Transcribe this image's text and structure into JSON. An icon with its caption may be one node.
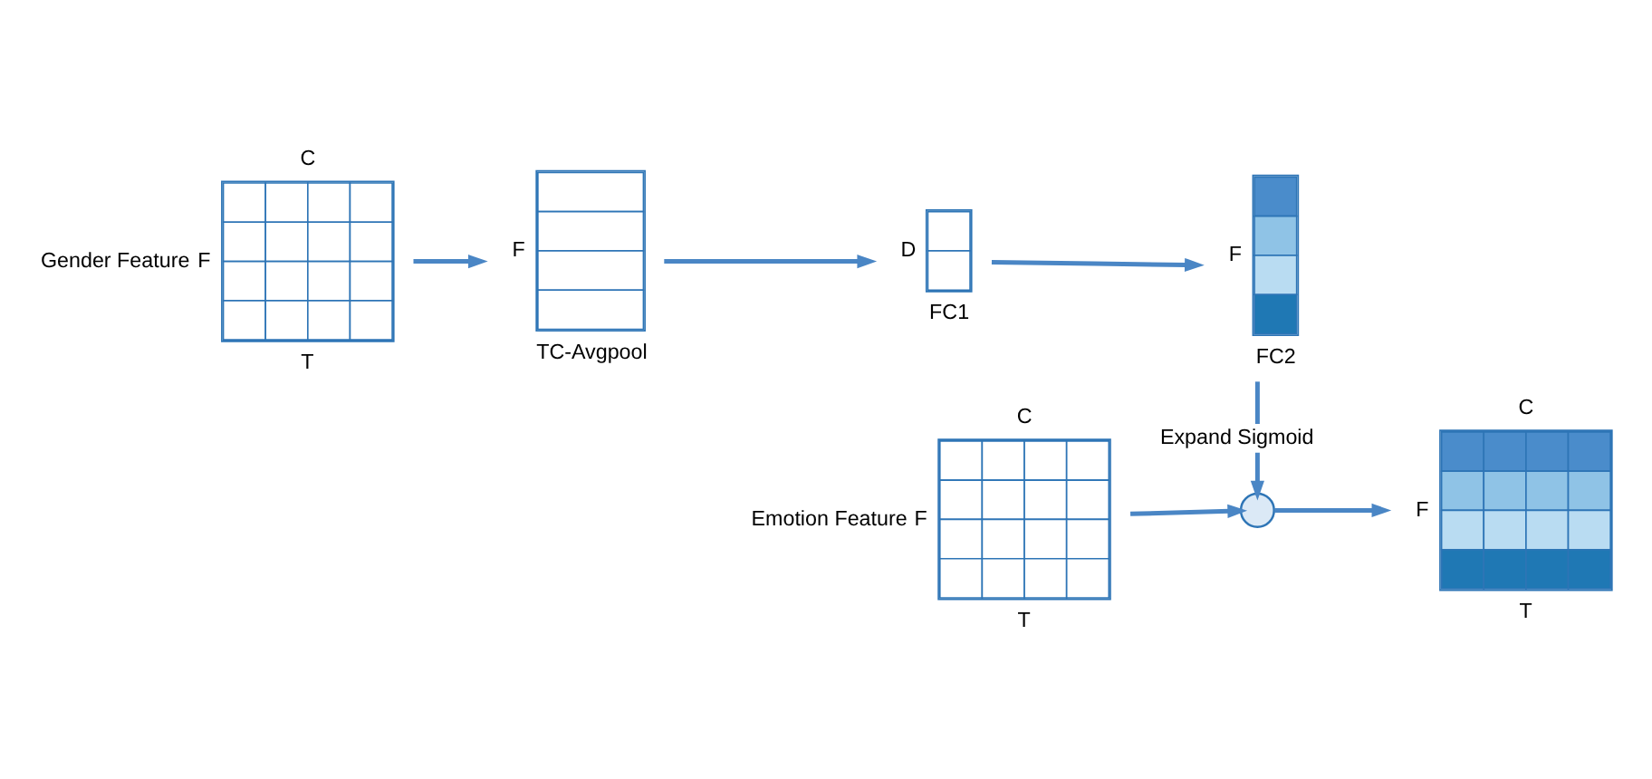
{
  "diagram": {
    "nodes": [
      {
        "text": [],
        "shape": "picture",
        "beside": [
          "C",
          "Gender Feature",
          "F",
          "T"
        ]
      },
      {
        "text": [],
        "shape": "picture",
        "beside": [
          "F",
          "TC-Avgpool"
        ]
      },
      {
        "text": [],
        "shape": "picture",
        "beside": [
          "D",
          "FC1"
        ]
      },
      {
        "text": [],
        "shape": "picture",
        "beside": [
          "F",
          "FC2"
        ]
      },
      {
        "text": [],
        "shape": "picture",
        "beside": [
          "C",
          "Emotion Feature",
          "F",
          "T"
        ]
      },
      {
        "text": [],
        "shape": "circle"
      },
      {
        "text": [],
        "shape": "picture",
        "beside": [
          "C",
          "F",
          "T"
        ]
      }
    ],
    "edges": [
      {
        "from": 0,
        "to": 1,
        "arrow": "to"
      },
      {
        "from": 1,
        "to": 2,
        "arrow": "to"
      },
      {
        "from": 2,
        "to": 3,
        "arrow": "to"
      },
      {
        "from": 3,
        "to": 5,
        "arrow": "to",
        "label": "Expand Sigmoid"
      },
      {
        "from": 4,
        "to": 5,
        "arrow": "to"
      },
      {
        "from": 5,
        "to": 6,
        "arrow": "to"
      }
    ]
  }
}
